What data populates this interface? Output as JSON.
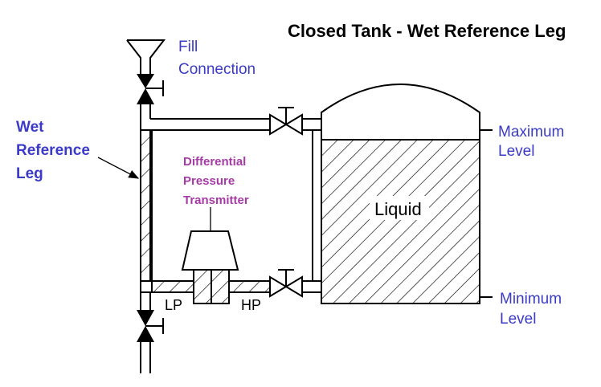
{
  "title": "Closed Tank - Wet Reference Leg",
  "labels": {
    "fill_connection": [
      "Fill",
      "Connection"
    ],
    "wet_reference_leg": [
      "Wet",
      "Reference",
      "Leg"
    ],
    "transmitter": [
      "Differential",
      "Pressure",
      "Transmitter"
    ],
    "liquid": "Liquid",
    "maximum_level": [
      "Maximum",
      "Level"
    ],
    "minimum_level": [
      "Minimum",
      "Level"
    ],
    "low_pressure": "LP",
    "high_pressure": "HP"
  },
  "colors": {
    "blue_label": "#3b3bc8",
    "transmitter_label": "#a63aa6",
    "line": "#000000"
  },
  "icons": [
    "funnel-icon",
    "valve-icon",
    "transmitter-icon",
    "hatch-pattern"
  ]
}
